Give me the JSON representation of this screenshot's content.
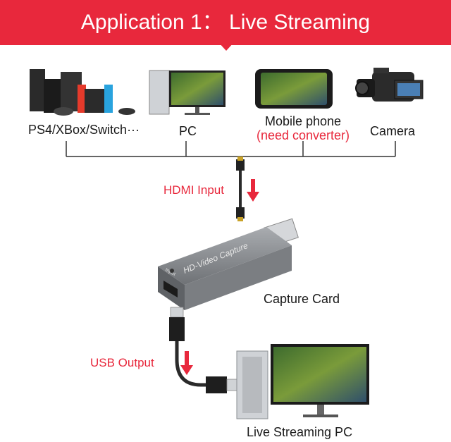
{
  "banner": {
    "title": "Application 1：  Live Streaming"
  },
  "sources": [
    {
      "label": "PS4/XBox/Switch···",
      "icon": "game-consoles-icon"
    },
    {
      "label": "PC",
      "icon": "desktop-pc-icon"
    },
    {
      "label": "Mobile phone",
      "note": "(need converter)",
      "icon": "mobile-phone-icon"
    },
    {
      "label": "Camera",
      "icon": "video-camera-icon"
    }
  ],
  "connections": {
    "hdmi_input": "HDMI Input",
    "usb_output": "USB Output"
  },
  "device": {
    "label": "Capture Card",
    "engraving": "HD-Video Capture",
    "port_label": "Input"
  },
  "destination": {
    "label": "Live Streaming PC",
    "icon": "streaming-pc-icon"
  },
  "colors": {
    "accent": "#e8283c",
    "device": "#8a8d91",
    "line": "#333333"
  }
}
